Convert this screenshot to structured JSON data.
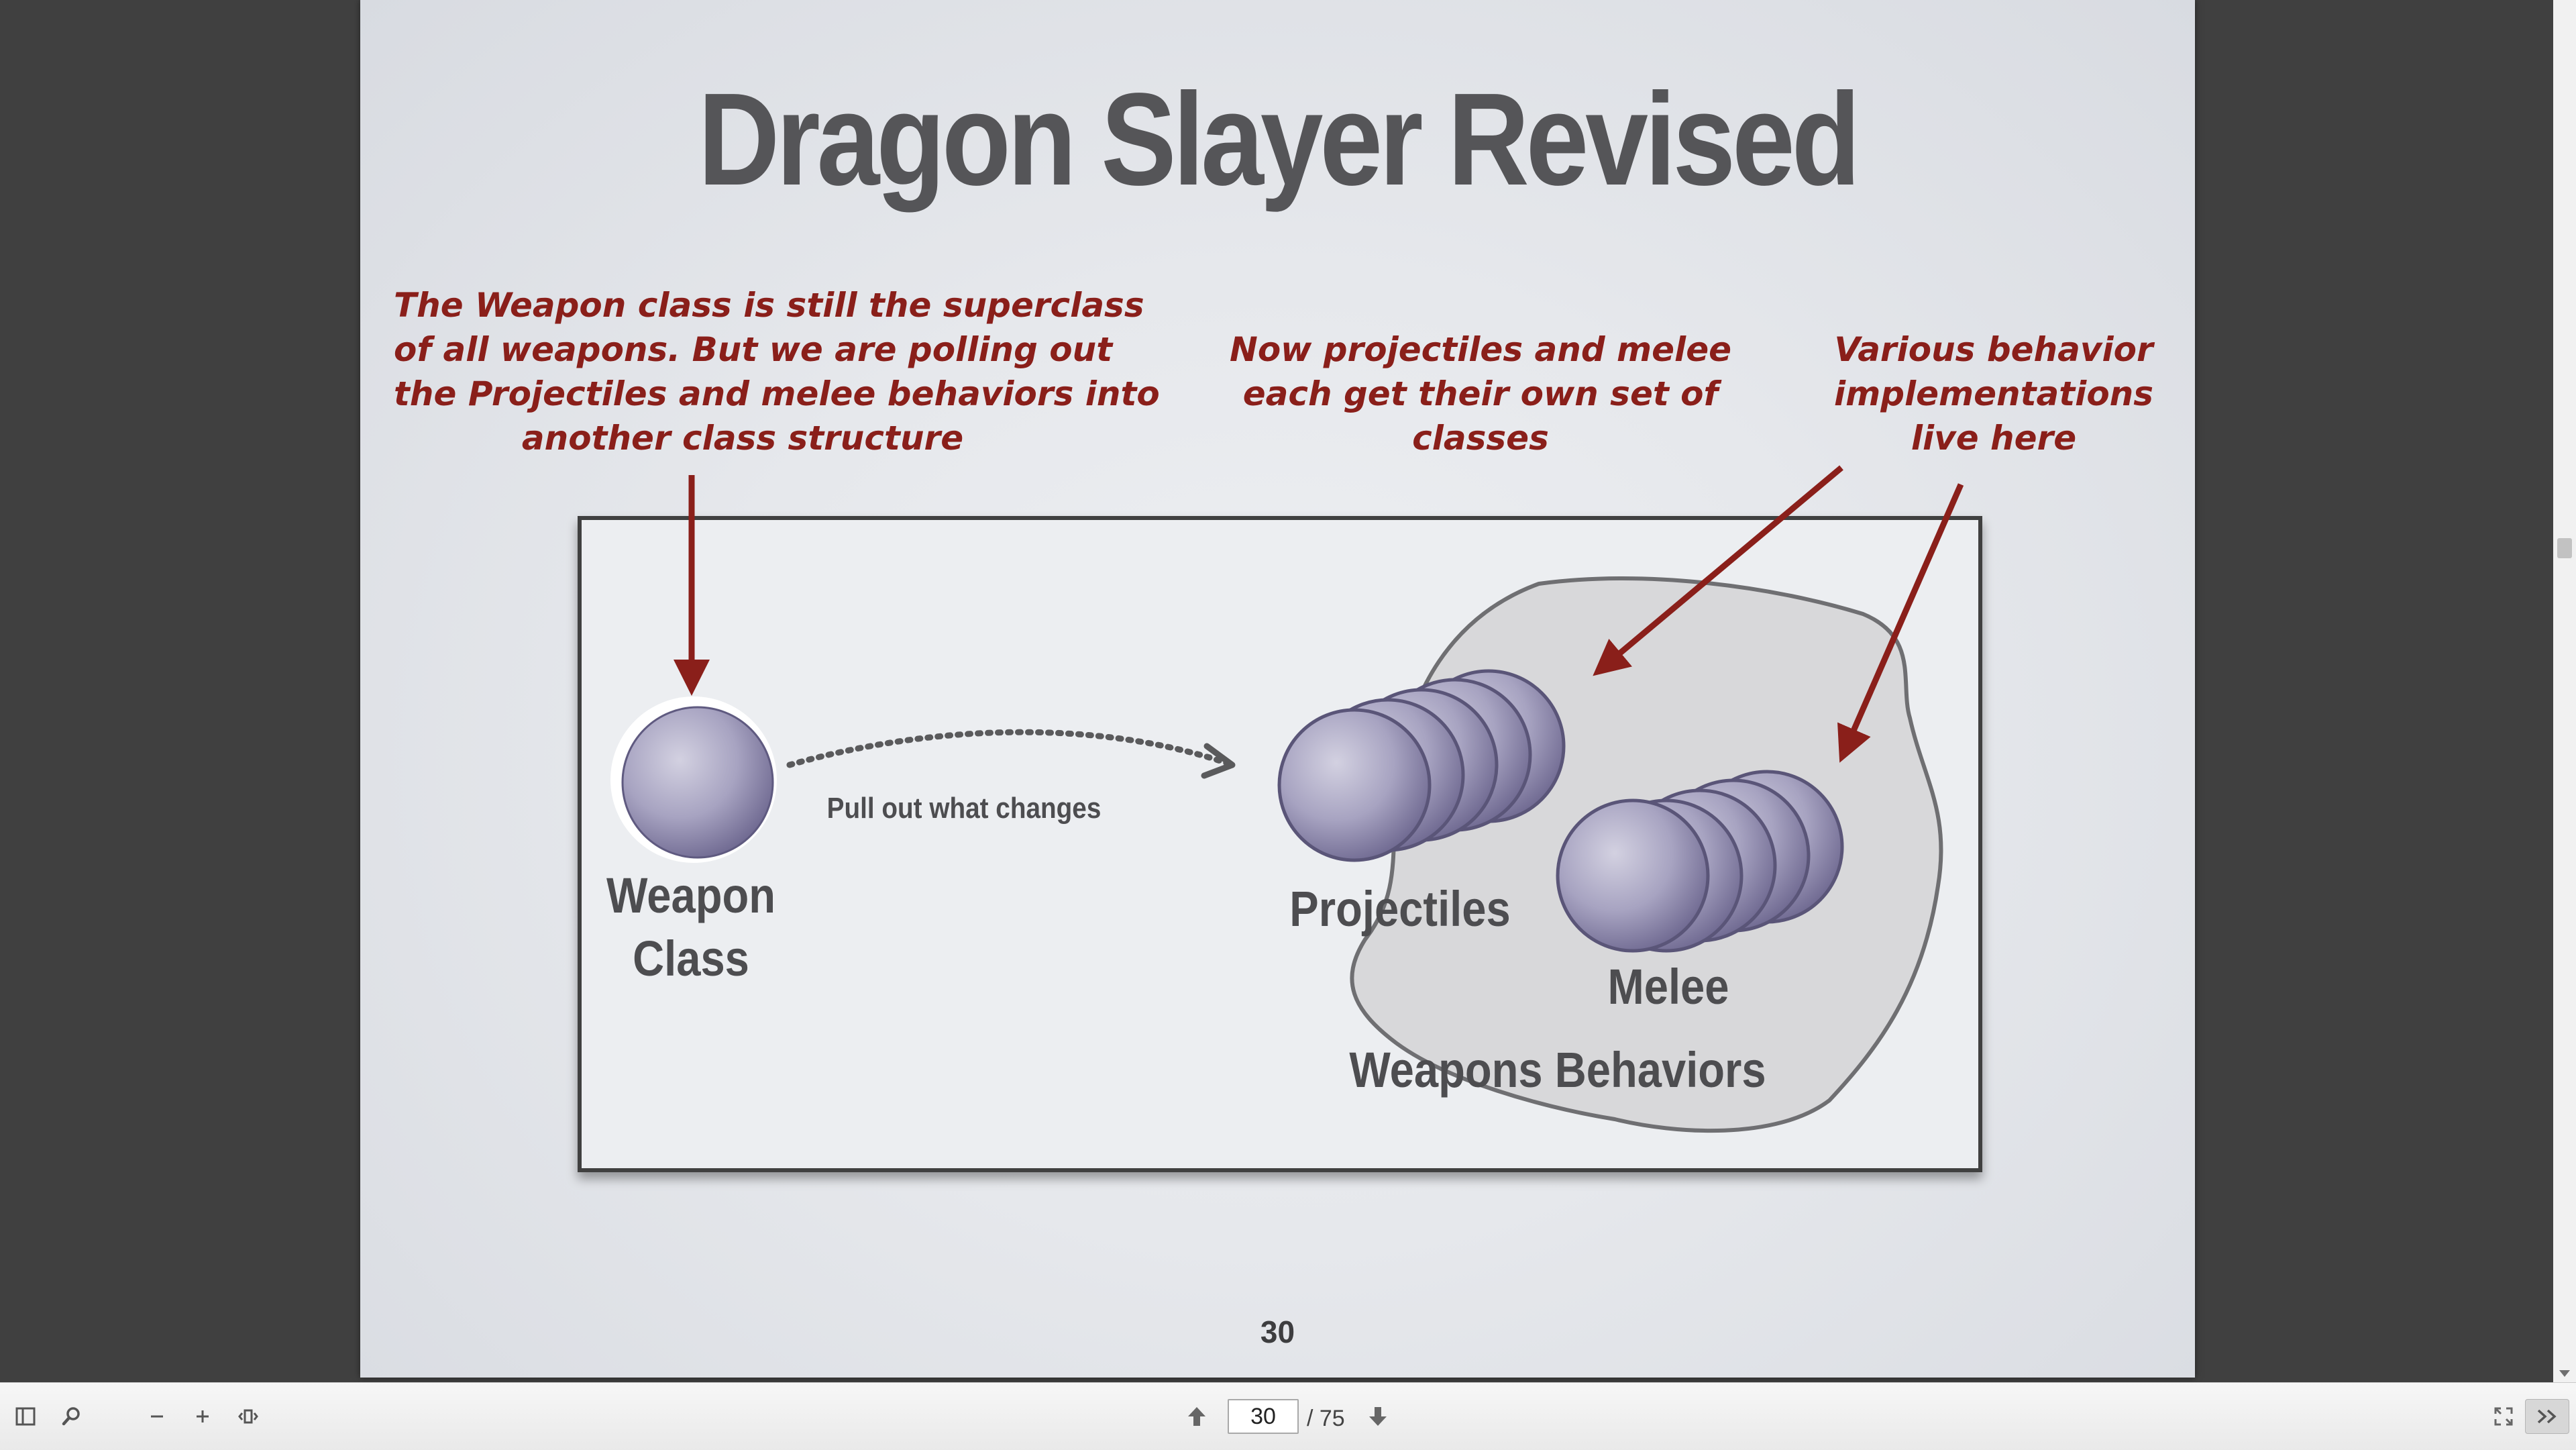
{
  "slide": {
    "title": "Dragon Slayer Revised",
    "page_number": "30",
    "callouts": {
      "weapon_note": [
        "The Weapon class is still the superclass",
        "of all weapons. But we are polling out",
        "the Projectiles and melee behaviors into",
        "another class structure"
      ],
      "projectiles_note": [
        "Now projectiles and melee",
        "each get their own set of",
        "classes"
      ],
      "behaviors_note": [
        "Various behavior",
        "implementations",
        "live here"
      ]
    },
    "diagram": {
      "weapon_label_line1": "Weapon",
      "weapon_label_line2": "Class",
      "arrow_label": "Pull out what changes",
      "projectiles_label": "Projectiles",
      "melee_label": "Melee",
      "group_label": "Weapons Behaviors"
    }
  },
  "toolbar": {
    "current_page": "30",
    "total_pages": "/ 75"
  },
  "colors": {
    "accent_red": "#8a1f1a",
    "title_gray": "#555558",
    "viewer_background": "#404040"
  },
  "icons": [
    "sidebar-toggle-icon",
    "search-icon",
    "zoom-out-icon",
    "zoom-in-icon",
    "fit-width-icon",
    "previous-page-icon",
    "next-page-icon",
    "fullscreen-icon",
    "more-tools-icon"
  ]
}
